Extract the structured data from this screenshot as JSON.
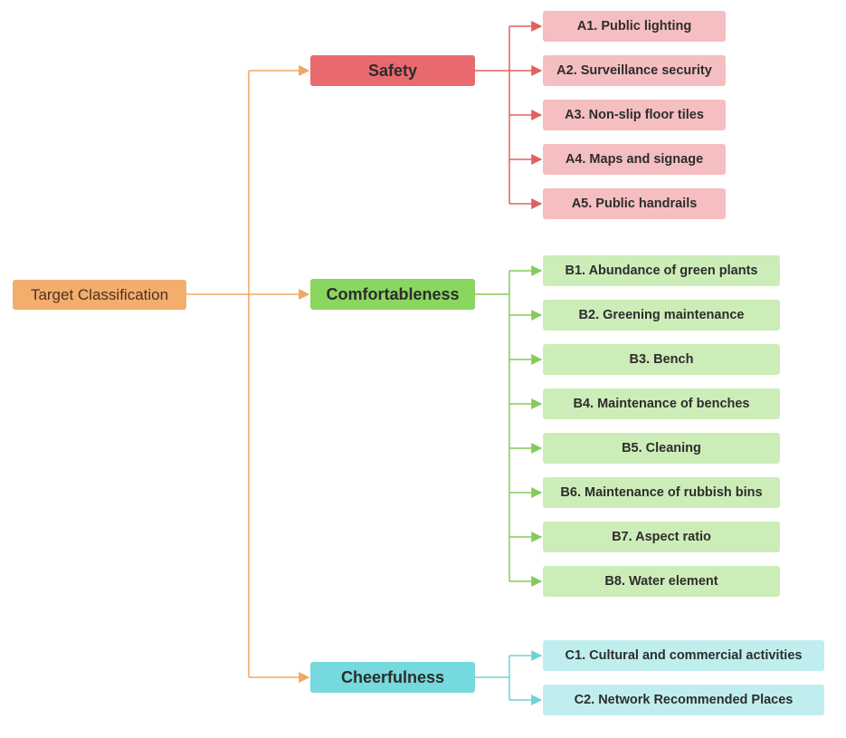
{
  "root": {
    "label": "Target Classification"
  },
  "colors": {
    "root_line": "#f0a860",
    "safety_line": "#e0605f",
    "comfort_line": "#84cc5a",
    "cheer_line": "#6fd3d6"
  },
  "categories": [
    {
      "label": "Safety",
      "items": [
        "A1. Public lighting",
        "A2. Surveillance security",
        "A3. Non-slip floor tiles",
        "A4. Maps and signage",
        "A5. Public handrails"
      ]
    },
    {
      "label": "Comfortableness",
      "items": [
        "B1. Abundance of green plants",
        "B2. Greening maintenance",
        "B3. Bench",
        "B4. Maintenance of benches",
        "B5. Cleaning",
        "B6. Maintenance of rubbish bins",
        "B7. Aspect ratio",
        "B8. Water element"
      ]
    },
    {
      "label": "Cheerfulness",
      "items": [
        "C1. Cultural and commercial activities",
        "C2. Network Recommended Places"
      ]
    }
  ]
}
